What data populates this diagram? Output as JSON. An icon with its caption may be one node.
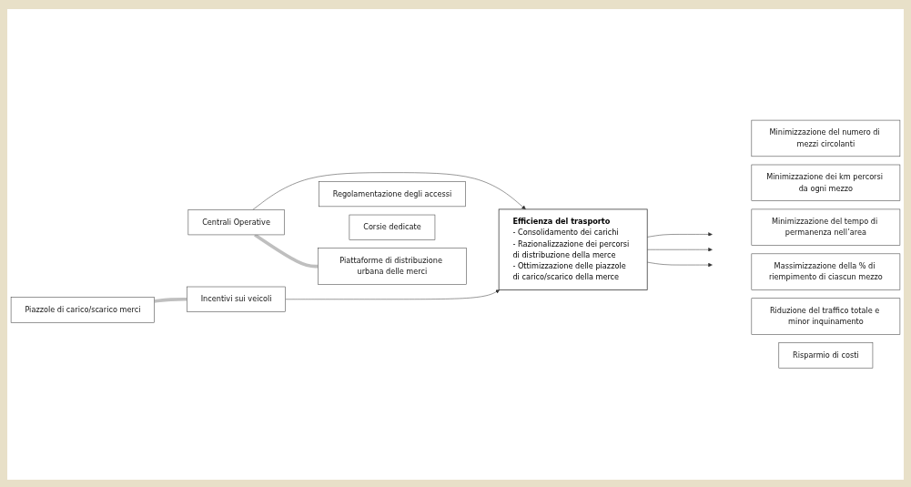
{
  "diagram": {
    "nodes": [
      {
        "text": [
          "Centrali Operative"
        ]
      },
      {
        "text": [
          "Piattaforme di distribuzione urbana delle merci"
        ]
      },
      {
        "text": [
          "Regolamentazione degli accessi"
        ]
      },
      {
        "text": [
          "Corsie dedicate"
        ]
      },
      {
        "text": [
          "Piazzole di carico/scarico merci"
        ]
      },
      {
        "text": [
          "Incentivi sui veicoli"
        ]
      },
      {
        "text": [
          "Efficienza del trasporto",
          "- Consolidamento dei carichi",
          "- Razionalizzazione dei percorsi di distribuzione della merce",
          "- Ottimizzazione delle piazzole di carico/scarico della merce"
        ]
      },
      {
        "text": [
          "Minimizzazione del numero di mezzi circolanti"
        ]
      },
      {
        "text": [
          "Minimizzazione dei km percorsi da ogni mezzo"
        ]
      },
      {
        "text": [
          "Minimizzazione del tempo di permanenza nell’area"
        ]
      },
      {
        "text": [
          "Massimizzazione della % di riempimento di ciascun mezzo"
        ]
      },
      {
        "text": [
          "Riduzione del traffico totale e minor inquinamento"
        ]
      },
      {
        "text": [
          "Risparmio di costi"
        ]
      }
    ],
    "edges": [
      {
        "from": 0,
        "to": 6,
        "arrow": "to"
      },
      {
        "from": 5,
        "to": 6,
        "arrow": "to"
      },
      {
        "from": 0,
        "to": 1,
        "arrow": "none",
        "style": "thick",
        "color": "#bfbfbf"
      },
      {
        "from": 4,
        "to": 5,
        "arrow": "none",
        "style": "thick",
        "color": "#bfbfbf"
      },
      {
        "from": 6,
        "to": null,
        "arrow": "to"
      },
      {
        "from": 6,
        "to": null,
        "arrow": "to"
      },
      {
        "from": 6,
        "to": null,
        "arrow": "to"
      }
    ]
  }
}
